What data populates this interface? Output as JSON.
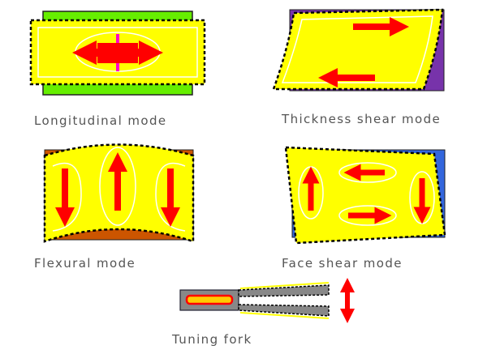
{
  "labels": {
    "longitudinal": "Longitudinal mode",
    "thickness_shear": "Thickness shear mode",
    "flexural": "Flexural mode",
    "face_shear": "Face shear mode",
    "tuning_fork": "Tuning fork"
  },
  "colors": {
    "deformed": "#ffff00",
    "arrow": "#ff0000",
    "base_green": "#66ee00",
    "outline": "#000000"
  }
}
